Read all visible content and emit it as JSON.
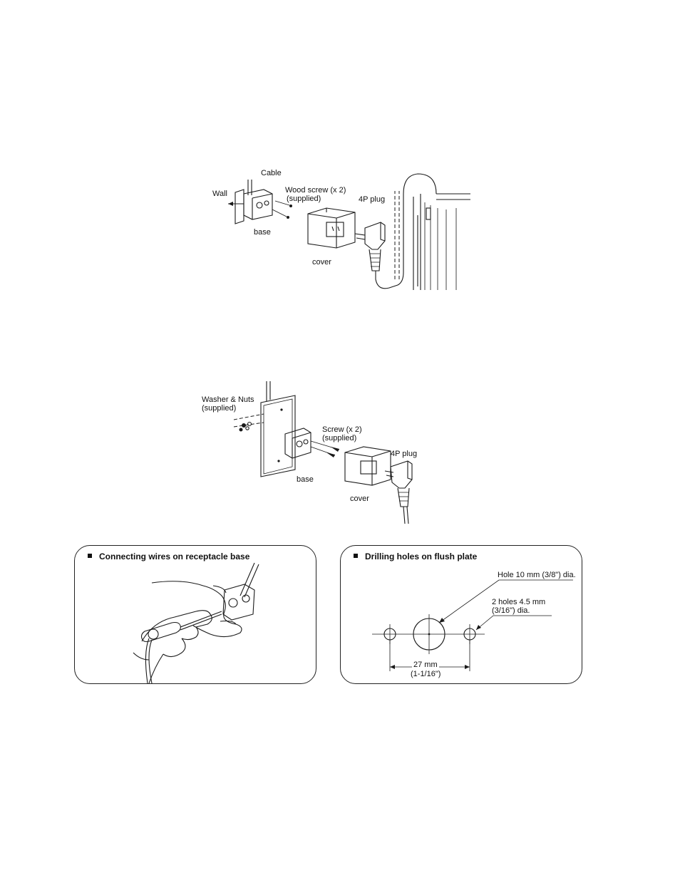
{
  "figure1": {
    "cable": "Cable",
    "wall": "Wall",
    "wood_screw": "Wood screw (x 2)",
    "wood_screw_supplied": "(supplied)",
    "base": "base",
    "plug": "4P plug",
    "cover": "cover"
  },
  "figure2": {
    "washer_nuts": "Washer & Nuts",
    "washer_supplied": "(supplied)",
    "screw": "Screw (x 2)",
    "screw_supplied": "(supplied)",
    "plug": "4P plug",
    "base": "base",
    "cover": "cover"
  },
  "panel_left": {
    "title": "Connecting wires on receptacle base"
  },
  "panel_right": {
    "title": "Drilling holes on flush plate",
    "hole_large": "Hole 10 mm (3/8\") dia.",
    "holes_small_1": "2 holes 4.5 mm",
    "holes_small_2": "(3/16\") dia.",
    "dim_mm": "27 mm",
    "dim_in": "(1-1/16\")"
  }
}
